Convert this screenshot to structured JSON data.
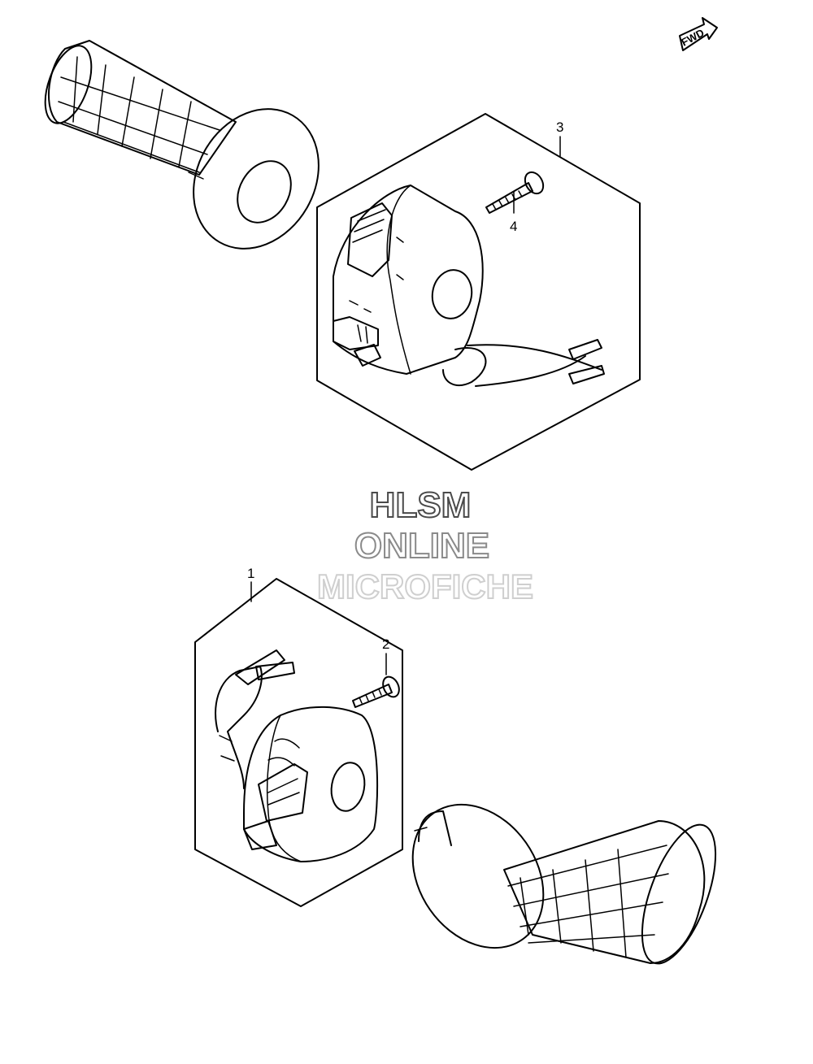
{
  "fwd_label": "FWD",
  "callouts": {
    "part_1": "1",
    "part_2": "2",
    "part_3": "3",
    "part_4": "4"
  },
  "watermark": {
    "line1": "HLSM",
    "line2": "ONLINE",
    "line3": "MICROFICHE",
    "colors": [
      "#4a4a4a",
      "#8a8a8a",
      "#cfcfcf"
    ]
  },
  "icons": {
    "fwd": "fwd-arrow-icon",
    "left_grip": "handlebar-grip-icon",
    "right_grip": "handlebar-grip-icon",
    "switch_3": "handlebar-switch-icon",
    "switch_1": "handlebar-switch-icon",
    "screw_4": "screw-icon",
    "screw_2": "screw-icon"
  }
}
